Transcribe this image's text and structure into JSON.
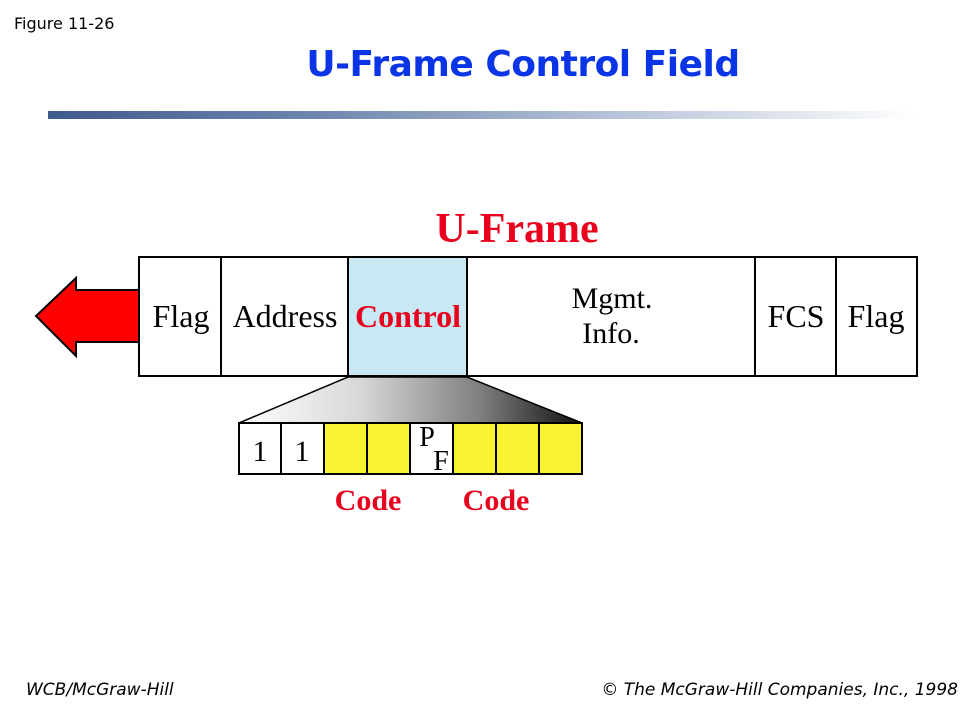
{
  "figure_label": "Figure 11-26",
  "title": "U-Frame Control Field",
  "diagram": {
    "heading": "U-Frame",
    "fields": [
      {
        "label": "Flag"
      },
      {
        "label": "Address"
      },
      {
        "label": "Control"
      },
      {
        "label_line1": "Mgmt.",
        "label_line2": "Info."
      },
      {
        "label": "FCS"
      },
      {
        "label": "Flag"
      }
    ],
    "bits": [
      "1",
      "1",
      "",
      "",
      "P",
      "",
      "",
      ""
    ],
    "pf_bit": {
      "top": "P",
      "bottom": "F"
    },
    "code_labels": [
      "Code",
      "Code"
    ]
  },
  "colors": {
    "title": "#0a35e6",
    "heading": "#e8001c",
    "control_highlight": "#c8e8f4",
    "code_bits": "#f7f331",
    "arrow": "#ff0000"
  },
  "footer": {
    "left": "WCB/McGraw-Hill",
    "right": "© The McGraw-Hill Companies, Inc., 1998"
  }
}
